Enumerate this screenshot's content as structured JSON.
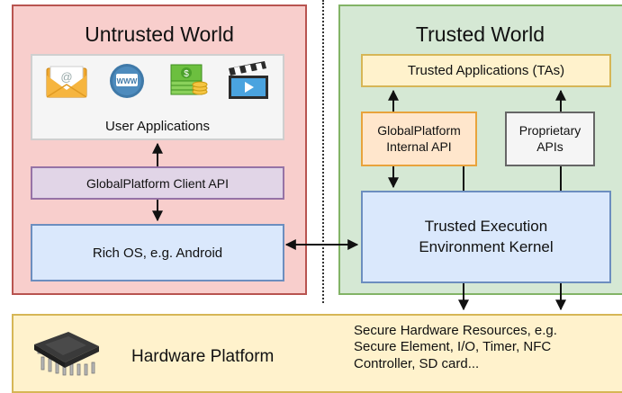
{
  "untrusted_world": {
    "title": "Untrusted World",
    "user_applications_label": "User Applications",
    "app_icons": [
      "email-icon",
      "web-browser-icon",
      "money-icon",
      "video-clapper-icon"
    ],
    "client_api_label": "GlobalPlatform Client API",
    "rich_os_label": "Rich OS, e.g. Android"
  },
  "trusted_world": {
    "title": "Trusted World",
    "trusted_applications_label": "Trusted Applications (TAs)",
    "internal_api_lines": [
      "GlobalPlatform",
      "Internal API"
    ],
    "proprietary_api_lines": [
      "Proprietary",
      "APIs"
    ],
    "tee_kernel_lines": [
      "Trusted Execution",
      "Environment Kernel"
    ]
  },
  "hardware": {
    "platform_label": "Hardware Platform",
    "chip_icon": "microchip-icon",
    "secure_resources_lines": [
      "Secure Hardware Resources, e.g.",
      "Secure Element, I/O, Timer, NFC",
      "Controller, SD card..."
    ]
  },
  "colors": {
    "untrusted_fill": "#f8cecc",
    "untrusted_border": "#b85450",
    "trusted_fill": "#d5e8d4",
    "trusted_border": "#82b366",
    "api_purple": "#e1d5e7",
    "os_blue": "#dae8fc",
    "hardware_yellow": "#fff2cc",
    "internal_api_orange": "#ffe6cc"
  }
}
